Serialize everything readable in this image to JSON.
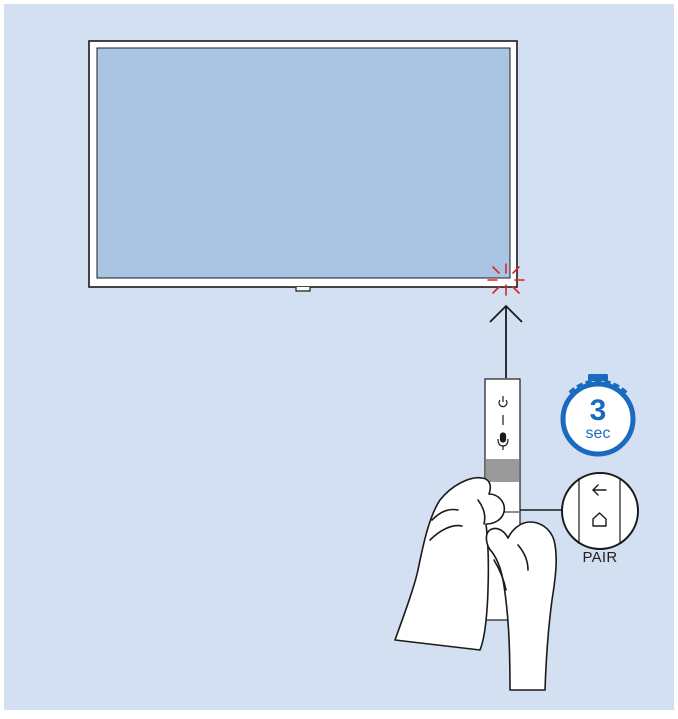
{
  "illustration": {
    "tv": {
      "label": "tv-screen"
    },
    "timer": {
      "number": "3",
      "unit": "sec"
    },
    "remote": {
      "buttons": [
        "power-icon",
        "dash-icon",
        "microphone-icon",
        "back-arrow-icon",
        "home-icon"
      ]
    },
    "callout": {
      "label": "PAIR"
    },
    "colors": {
      "background": "#d3e0f1",
      "screen": "#aac5e4",
      "accent": "#1a6bbf",
      "signal": "#e42320",
      "remote_band": "#9a9a9a"
    }
  }
}
